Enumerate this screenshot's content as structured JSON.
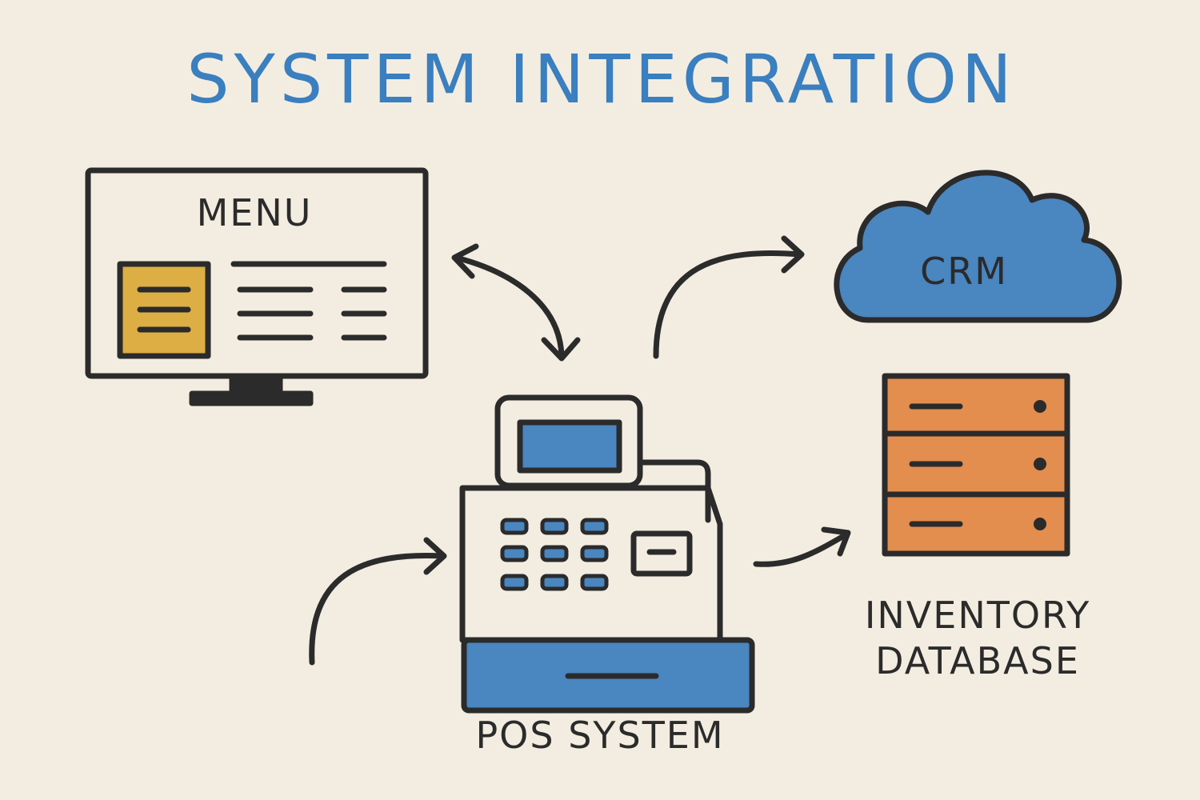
{
  "title": "SYSTEM INTEGRATION",
  "nodes": {
    "menu": {
      "label": "MENU"
    },
    "crm": {
      "label": "CRM"
    },
    "pos": {
      "label": "POS SYSTEM"
    },
    "inventory": {
      "label_line1": "INVENTORY",
      "label_line2": "DATABASE"
    }
  },
  "colors": {
    "background": "#f3ede1",
    "title": "#3a7fbf",
    "blue": "#4a86c0",
    "yellow": "#dcae44",
    "orange": "#e38d4e",
    "ink": "#2b2b2b"
  }
}
